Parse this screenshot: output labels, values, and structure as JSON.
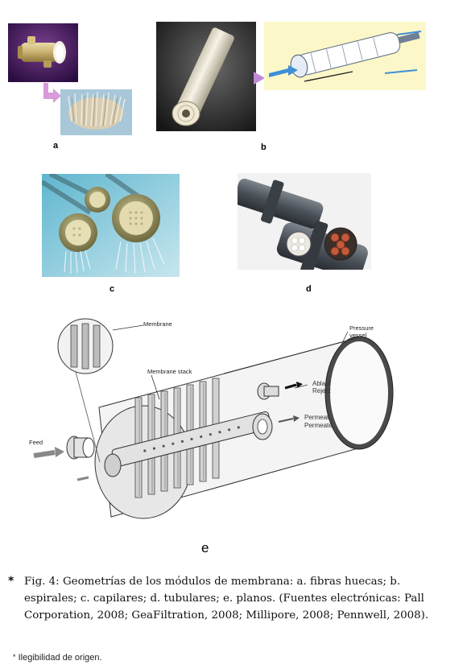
{
  "panels": {
    "a": {
      "label": "a"
    },
    "b": {
      "label": "b"
    },
    "c": {
      "label": "c"
    },
    "d": {
      "label": "d"
    },
    "e": {
      "label": "e",
      "callouts": {
        "membrane": "Membrane",
        "membrane_stack": "Membrane stack",
        "pressure": "Pressure",
        "vessel": "vessel",
        "ablauf": "Ablauf",
        "reject": "Reject",
        "permeat": "Permeat",
        "permeate": "Permeate",
        "feed": "Feed"
      }
    }
  },
  "caption": {
    "marker": "*",
    "text": "Fig. 4: Geometrías de los módulos de membrana: a. fibras huecas; b. espirales; c. capilares; d. tubulares; e. planos. (Fuentes electrónicas: Pall Corporation, 2008; GeaFiltration, 2008; Millipore, 2008; Pennwell, 2008)."
  },
  "footnote": {
    "marker": "*",
    "text": "Ilegibilidad de origen."
  }
}
